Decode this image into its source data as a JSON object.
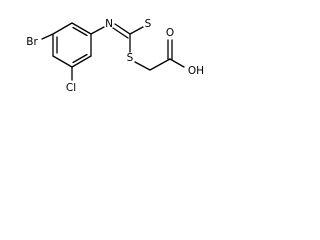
{
  "molecule": {
    "atoms": {
      "br": "Br",
      "cl": "Cl",
      "n": "N",
      "s_thione": "S",
      "s_thio": "S",
      "o_carbonyl": "O",
      "oh": "OH"
    }
  }
}
